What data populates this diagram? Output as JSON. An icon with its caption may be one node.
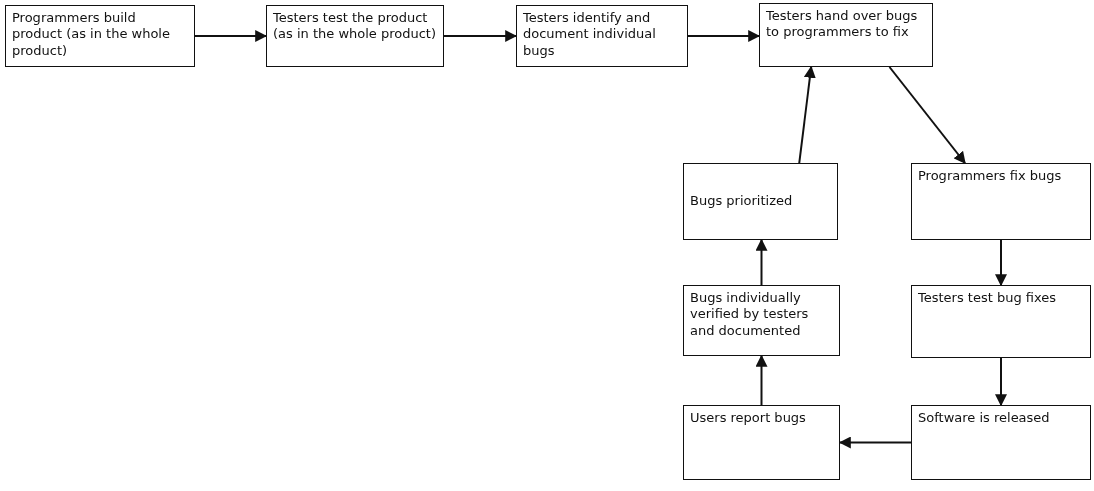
{
  "diagram": {
    "nodes": [
      {
        "text": [
          "Programmers build product (as in the whole product)"
        ]
      },
      {
        "text": [
          "Testers test the product (as in the whole product)"
        ]
      },
      {
        "text": [
          "Testers identify and document individual bugs"
        ]
      },
      {
        "text": [
          "Testers hand over bugs to programmers to fix"
        ]
      },
      {
        "text": [
          "Bugs prioritized"
        ]
      },
      {
        "text": [
          "Programmers fix bugs"
        ]
      },
      {
        "text": [
          "Bugs individually verified by testers and documented"
        ]
      },
      {
        "text": [
          "Testers test bug fixes"
        ]
      },
      {
        "text": [
          "Users report bugs"
        ]
      },
      {
        "text": [
          "Software is released"
        ]
      }
    ],
    "edges": [
      {
        "from": 0,
        "to": 1,
        "arrow": "to"
      },
      {
        "from": 1,
        "to": 2,
        "arrow": "to"
      },
      {
        "from": 2,
        "to": 3,
        "arrow": "to"
      },
      {
        "from": 3,
        "to": 5,
        "arrow": "to"
      },
      {
        "from": 5,
        "to": 7,
        "arrow": "to"
      },
      {
        "from": 7,
        "to": 9,
        "arrow": "to"
      },
      {
        "from": 9,
        "to": 8,
        "arrow": "to"
      },
      {
        "from": 8,
        "to": 6,
        "arrow": "to"
      },
      {
        "from": 6,
        "to": 4,
        "arrow": "to"
      },
      {
        "from": 4,
        "to": 3,
        "arrow": "to"
      }
    ]
  }
}
